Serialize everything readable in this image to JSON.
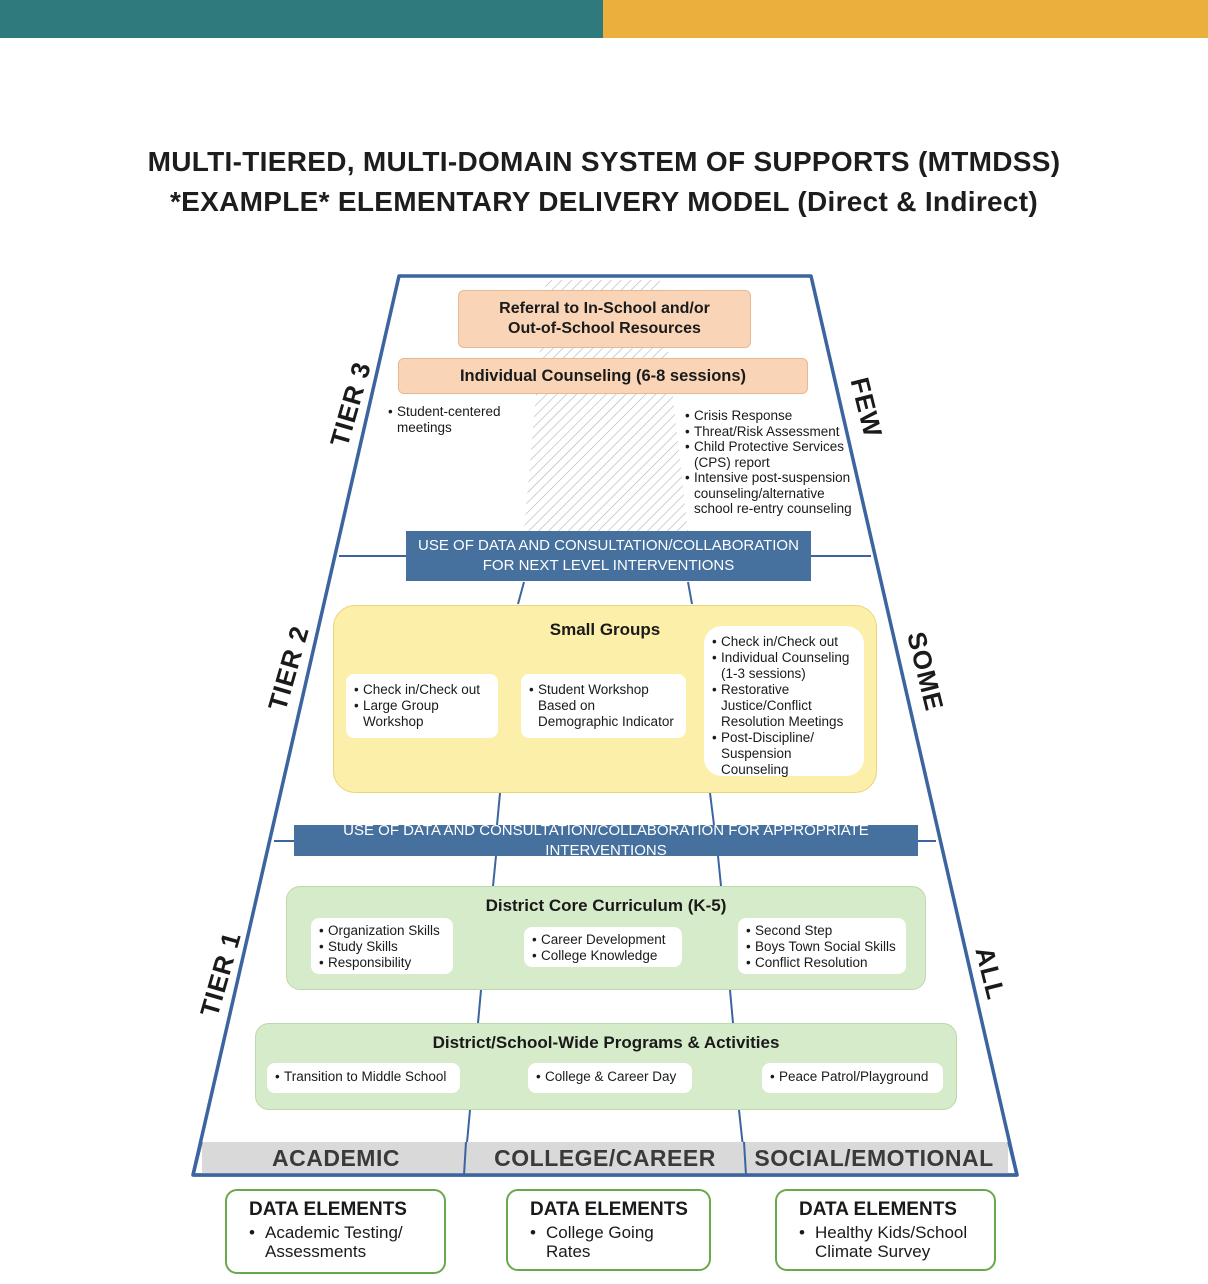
{
  "title": {
    "line1": "MULTI-TIERED, MULTI-DOMAIN SYSTEM OF SUPPORTS (MTMDSS)",
    "line2": "*EXAMPLE* ELEMENTARY DELIVERY MODEL (Direct & Indirect)"
  },
  "tier3": {
    "label": "TIER 3",
    "side": "FEW",
    "referral_line1": "Referral to In-School and/or",
    "referral_line2": "Out-of-School Resources",
    "individual": "Individual Counseling (6-8 sessions)",
    "left_items": [
      "Student-centered meetings"
    ],
    "right_items": [
      "Crisis Response",
      "Threat/Risk Assessment",
      "Child Protective Services (CPS) report",
      "Intensive post-suspension counseling/alternative school re-entry counseling"
    ]
  },
  "bar_next": {
    "line1": "USE OF DATA AND CONSULTATION/COLLABORATION",
    "line2": "FOR NEXT LEVEL INTERVENTIONS"
  },
  "tier2": {
    "label": "TIER 2",
    "side": "SOME",
    "heading": "Small Groups",
    "academic": [
      "Check in/Check out",
      "Large Group Workshop"
    ],
    "college": [
      "Student Workshop Based on Demographic Indicator"
    ],
    "social": [
      "Check in/Check out",
      "Individual Counseling (1-3 sessions)",
      "Restorative Justice/Conflict Resolution Meetings",
      "Post-Discipline/ Suspension Counseling"
    ]
  },
  "bar_appropriate": "USE OF DATA AND CONSULTATION/COLLABORATION FOR APPROPRIATE INTERVENTIONS",
  "tier1": {
    "label": "TIER 1",
    "side": "ALL",
    "core_heading": "District Core Curriculum (K-5)",
    "core_academic": [
      "Organization Skills",
      "Study Skills",
      "Responsibility"
    ],
    "core_college": [
      "Career Development",
      "College Knowledge"
    ],
    "core_social": [
      "Second Step",
      "Boys Town Social Skills",
      "Conflict Resolution"
    ],
    "programs_heading": "District/School-Wide Programs & Activities",
    "programs_academic": [
      "Transition to Middle School"
    ],
    "programs_college": [
      "College & Career Day"
    ],
    "programs_social": [
      "Peace Patrol/Playground"
    ]
  },
  "domains": [
    "ACADEMIC",
    "COLLEGE/CAREER",
    "SOCIAL/EMOTIONAL"
  ],
  "data_elements": [
    {
      "heading": "DATA ELEMENTS",
      "items": [
        "Academic Testing/ Assessments"
      ]
    },
    {
      "heading": "DATA ELEMENTS",
      "items": [
        "College Going Rates"
      ]
    },
    {
      "heading": "DATA ELEMENTS",
      "items": [
        "Healthy Kids/School Climate Survey"
      ]
    }
  ],
  "colors": {
    "teal": "#2e7a7d",
    "gold": "#ebaf3c",
    "navy_bar": "#46709e",
    "outline": "#3b64a0",
    "peach": "#f9d4b6",
    "yellow": "#fcefa9",
    "green": "#d6ebc9",
    "data_border": "#6aa84f"
  }
}
